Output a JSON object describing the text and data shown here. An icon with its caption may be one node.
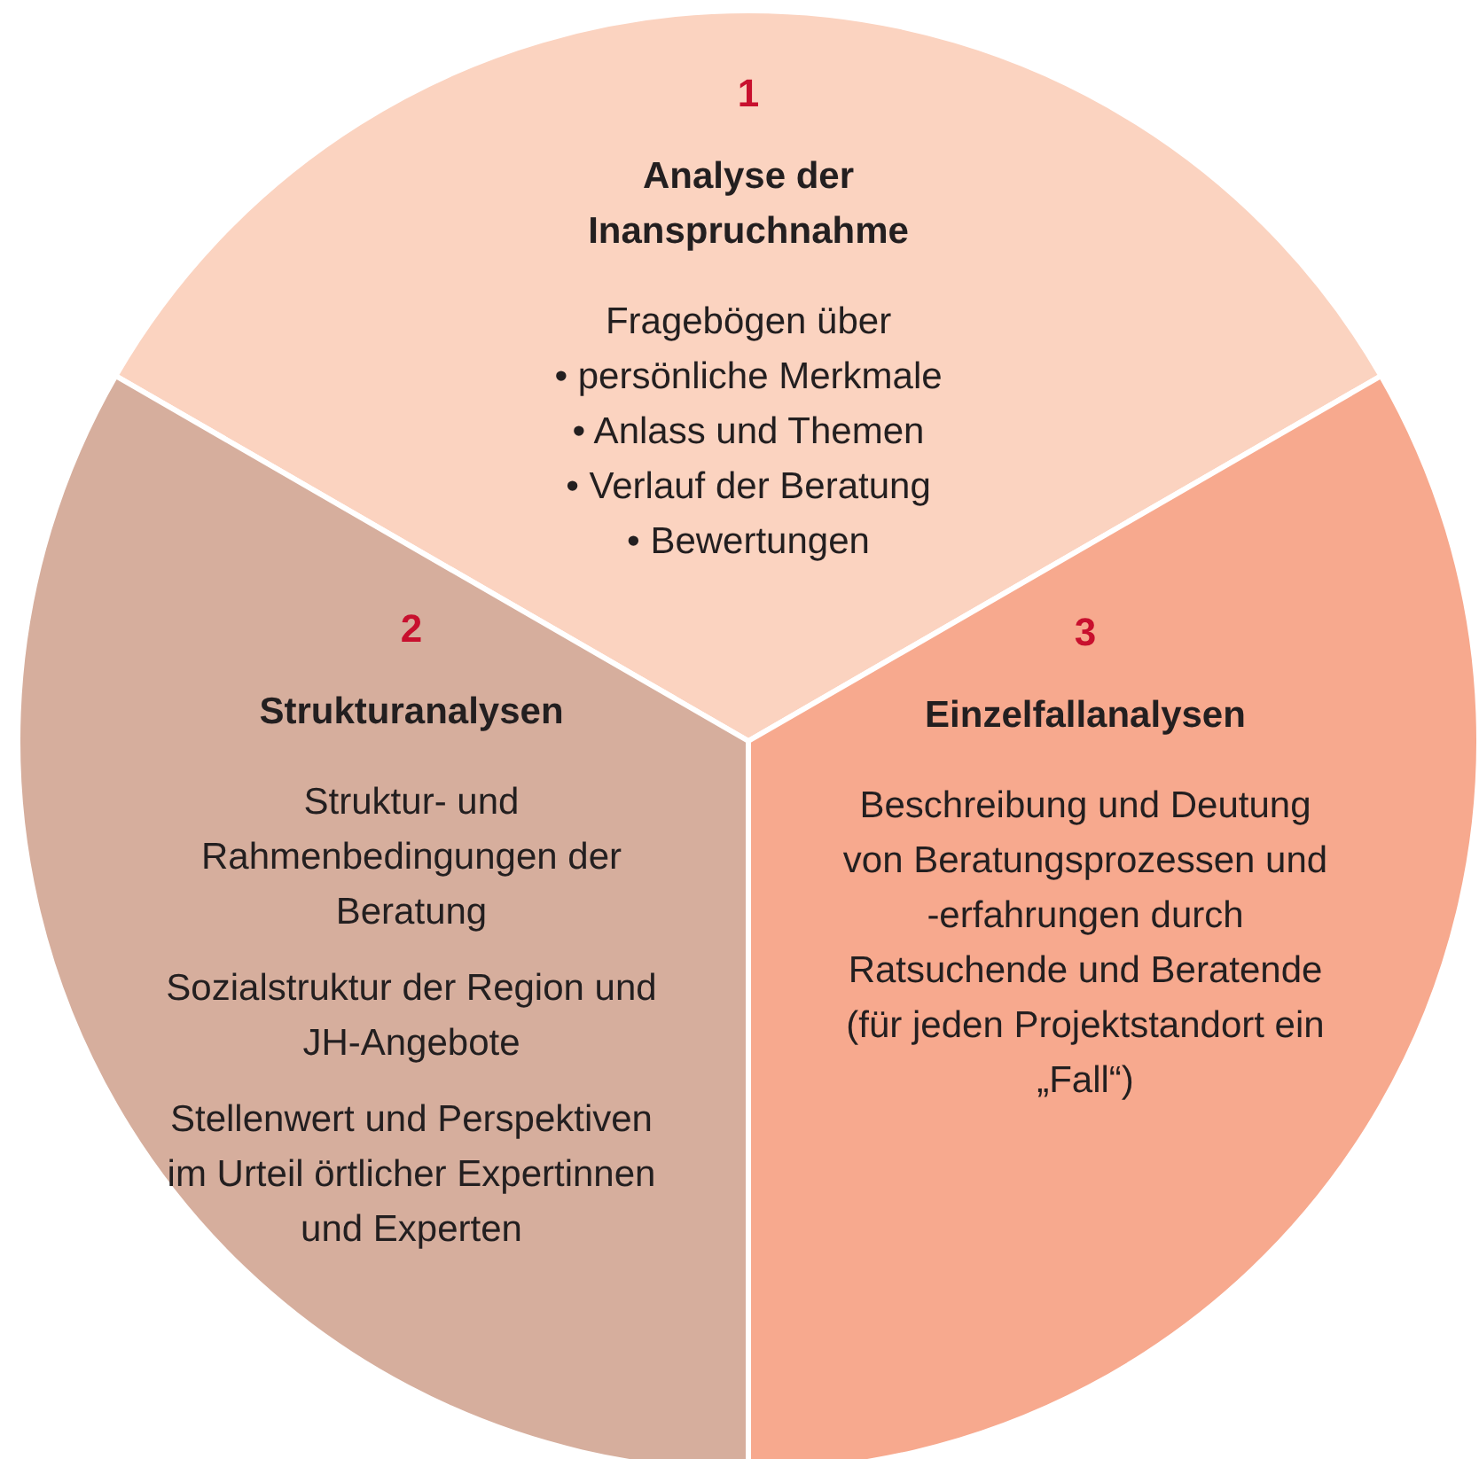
{
  "diagram": {
    "nodes": [
      {
        "text": [
          "1",
          "Analyse der Inanspruchnahme",
          "Fragebögen über",
          "• persönliche Merkmale",
          "• Anlass und Themen",
          "• Verlauf der Beratung",
          "• Bewertungen"
        ]
      },
      {
        "text": [
          "2",
          "Strukturanalysen",
          "Struktur- und Rahmenbedingungen der Beratung",
          "Sozialstruktur der Region und JH-Angebote",
          "Stellenwert und Perspektiven im Urteil örtlicher Expertinnen und Experten"
        ]
      },
      {
        "text": [
          "3",
          "Einzelfallanalysen",
          "Beschreibung und Deutung von Beratungsprozessen und -erfahrungen durch Ratsuchende und Beratende (für jeden Projektstandort ein „Fall“)"
        ]
      }
    ]
  }
}
